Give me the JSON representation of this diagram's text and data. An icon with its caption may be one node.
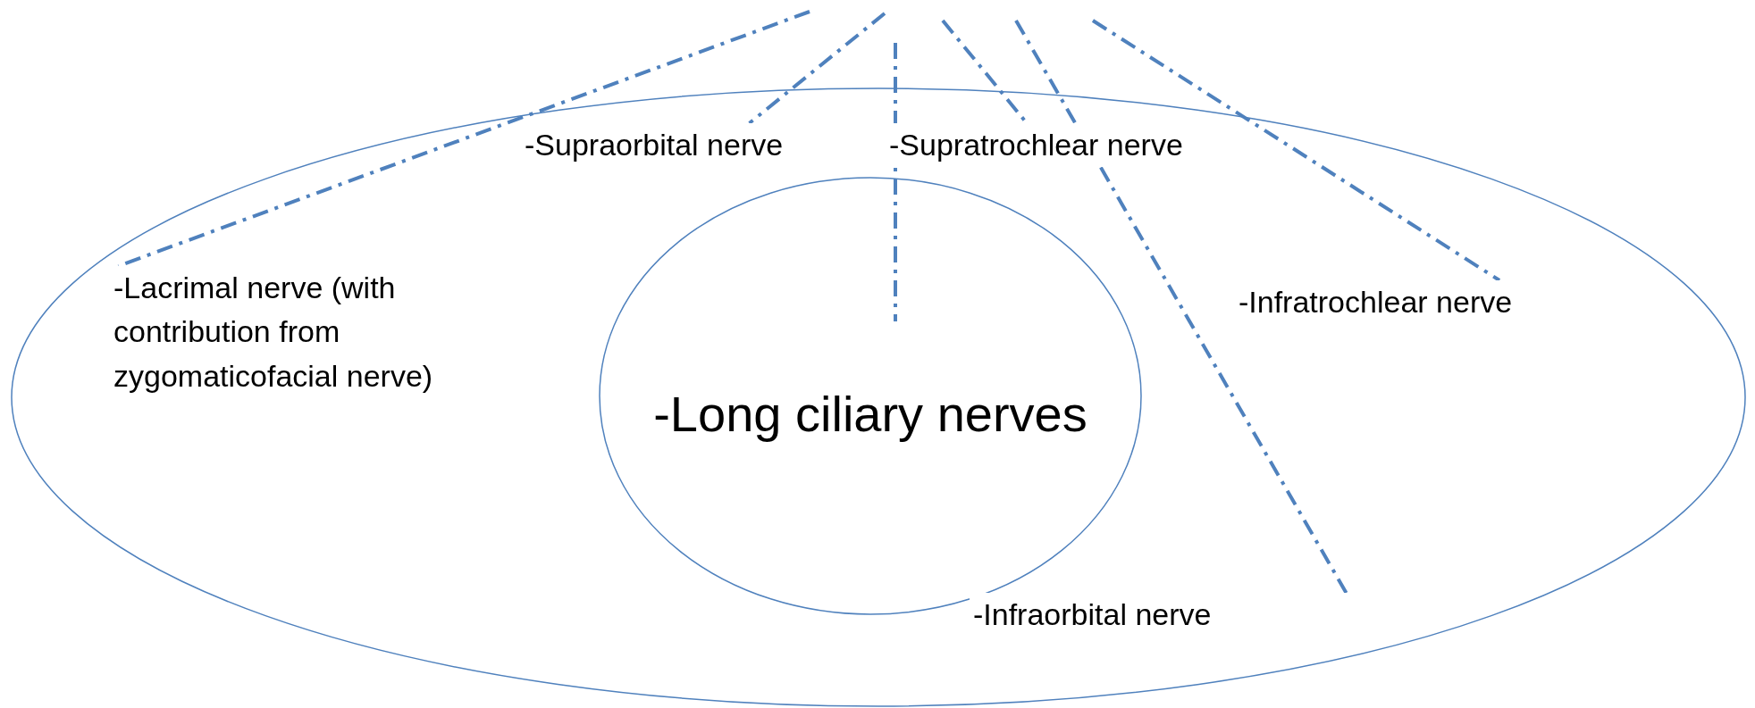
{
  "diagram": {
    "nodes": [
      {
        "text": [],
        "shape": "circle"
      },
      {
        "text": [
          "-Supraorbital nerve"
        ],
        "in": 0
      },
      {
        "text": [
          "-Supratrochlear nerve"
        ],
        "in": 0
      },
      {
        "text": [
          "-Lacrimal nerve (with contribution from zygomaticofacial nerve)"
        ],
        "in": 0
      },
      {
        "text": [
          "-Long ciliary nerves"
        ],
        "in": 0
      },
      {
        "text": [
          "-Infratrochlear nerve"
        ],
        "in": 0
      },
      {
        "text": [
          "-Infraorbital nerve"
        ],
        "in": 0
      }
    ],
    "edges": [
      {
        "from": null,
        "to": 3,
        "arrow": "none",
        "style": "dashed"
      },
      {
        "from": null,
        "to": 1,
        "arrow": "none",
        "style": "dashed"
      },
      {
        "from": null,
        "to": 4,
        "arrow": "none",
        "style": "dashed"
      },
      {
        "from": null,
        "to": 2,
        "arrow": "none",
        "style": "dashed"
      },
      {
        "from": null,
        "to": 6,
        "arrow": "none",
        "style": "dashed"
      },
      {
        "from": null,
        "to": 5,
        "arrow": "none",
        "style": "dashed"
      }
    ]
  }
}
